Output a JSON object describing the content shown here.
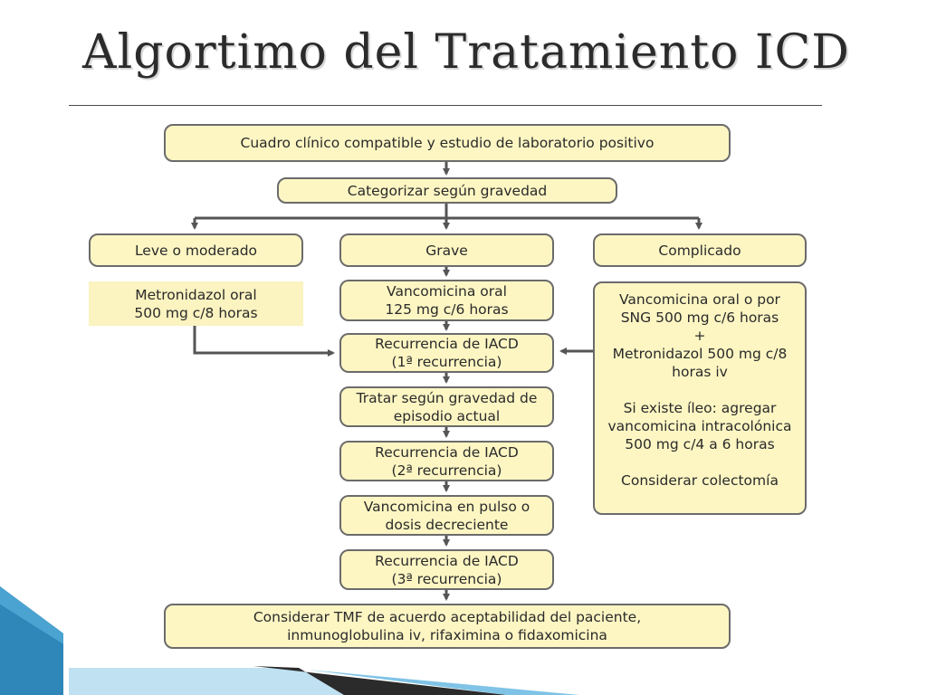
{
  "slide": {
    "title": "Algortimo del Tratamiento ICD"
  },
  "flow": {
    "start": "Cuadro clínico compatible y estudio de laboratorio positivo",
    "categorize": "Categorizar según gravedad",
    "mild": {
      "label": "Leve o moderado",
      "treatment": "Metronidazol oral\n500 mg c/8 horas"
    },
    "severe": {
      "label": "Grave",
      "treatment": "Vancomicina oral\n125 mg c/6 horas"
    },
    "complicated": {
      "label": "Complicado",
      "treatment": "Vancomicina oral o por\nSNG 500 mg c/6 horas\n+\nMetronidazol 500 mg c/8\nhoras iv\n\nSi existe íleo: agregar\nvancomicina intracolónica\n500 mg c/4 a 6 horas\n\nConsiderar colectomía"
    },
    "recurrence1": "Recurrencia de IACD\n(1ª recurrencia)",
    "treat_by_severity": "Tratar según gravedad de\nepisodio actual",
    "recurrence2": "Recurrencia de IACD\n(2ª recurrencia)",
    "pulse": "Vancomicina en pulso o\ndosis decreciente",
    "recurrence3": "Recurrencia de IACD\n(3ª recurrencia)",
    "final": "Considerar TMF de acuerdo aceptabilidad del paciente,\ninmunoglobulina iv, rifaximina o fidaxomicina"
  }
}
